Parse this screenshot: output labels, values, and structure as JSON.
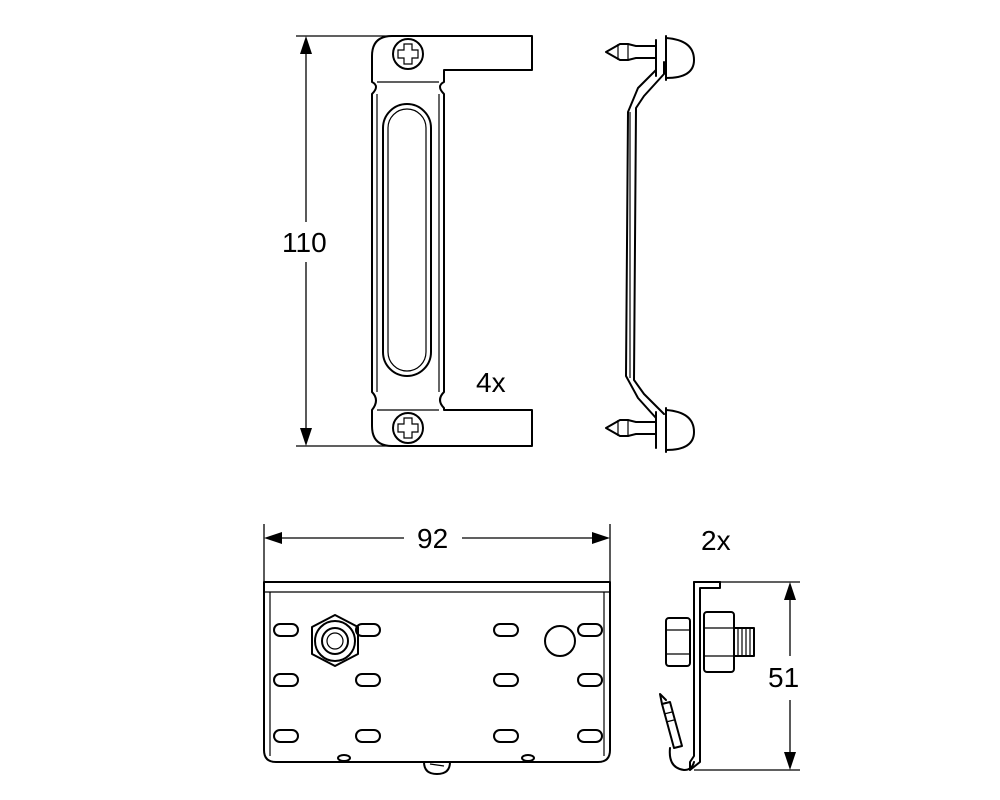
{
  "dimensions": {
    "height_bracket": "110",
    "width_plate": "92",
    "height_plate": "51"
  },
  "quantities": {
    "bracket_qty": "4x",
    "plate_qty": "2x"
  },
  "colors": {
    "line": "#000000",
    "background": "#ffffff"
  }
}
